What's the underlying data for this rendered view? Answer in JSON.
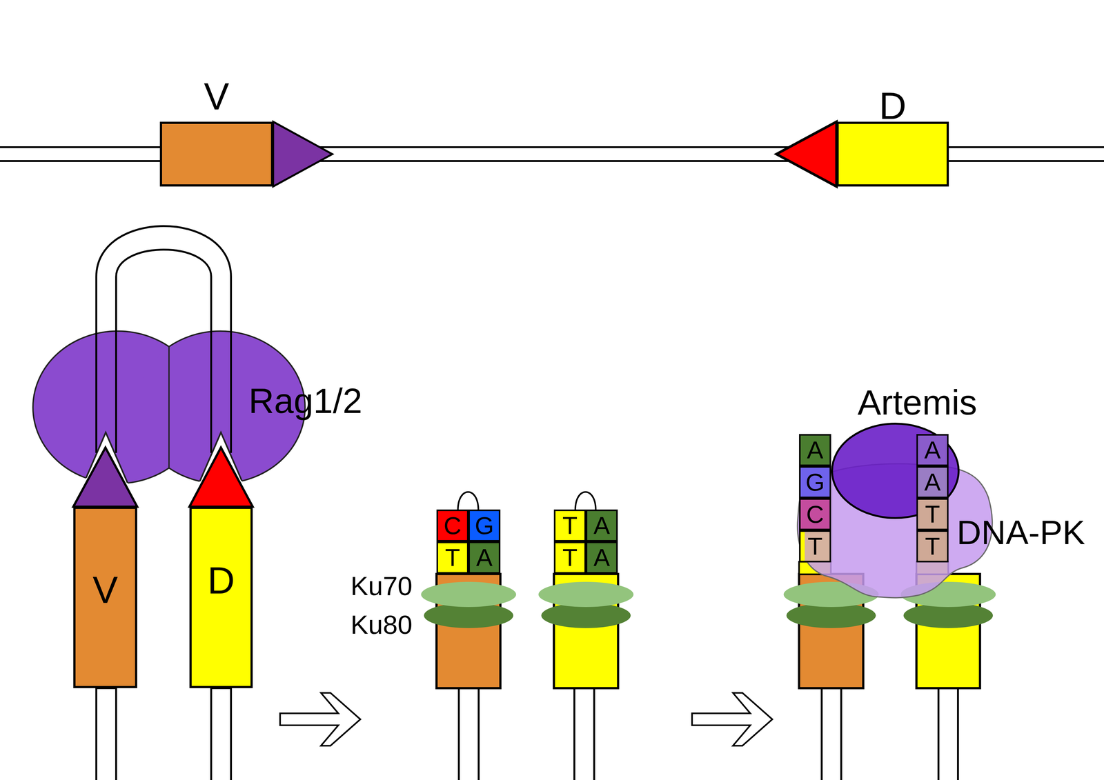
{
  "diagram": {
    "nodes": [
      {
        "text": [
          "V"
        ]
      },
      {
        "text": [
          "D"
        ]
      },
      {
        "text": [
          "V"
        ]
      },
      {
        "text": [
          "D"
        ]
      },
      {
        "text": [
          "C"
        ]
      },
      {
        "text": [
          "G"
        ]
      },
      {
        "text": [
          "T"
        ]
      },
      {
        "text": [
          "A"
        ]
      },
      {
        "text": [
          "T"
        ]
      },
      {
        "text": [
          "A"
        ]
      },
      {
        "text": [
          "T"
        ]
      },
      {
        "text": [
          "A"
        ]
      },
      {
        "text": [
          "A"
        ]
      },
      {
        "text": [
          "A"
        ]
      },
      {
        "text": [
          "G"
        ]
      },
      {
        "text": [
          "A"
        ]
      },
      {
        "text": [
          "C"
        ]
      },
      {
        "text": [
          "T"
        ]
      },
      {
        "text": [
          "T"
        ]
      },
      {
        "text": [
          "T"
        ]
      }
    ],
    "labels": [
      "Rag1/2",
      "Ku70",
      "Ku80",
      "Artemis",
      "DNA-PK"
    ]
  }
}
